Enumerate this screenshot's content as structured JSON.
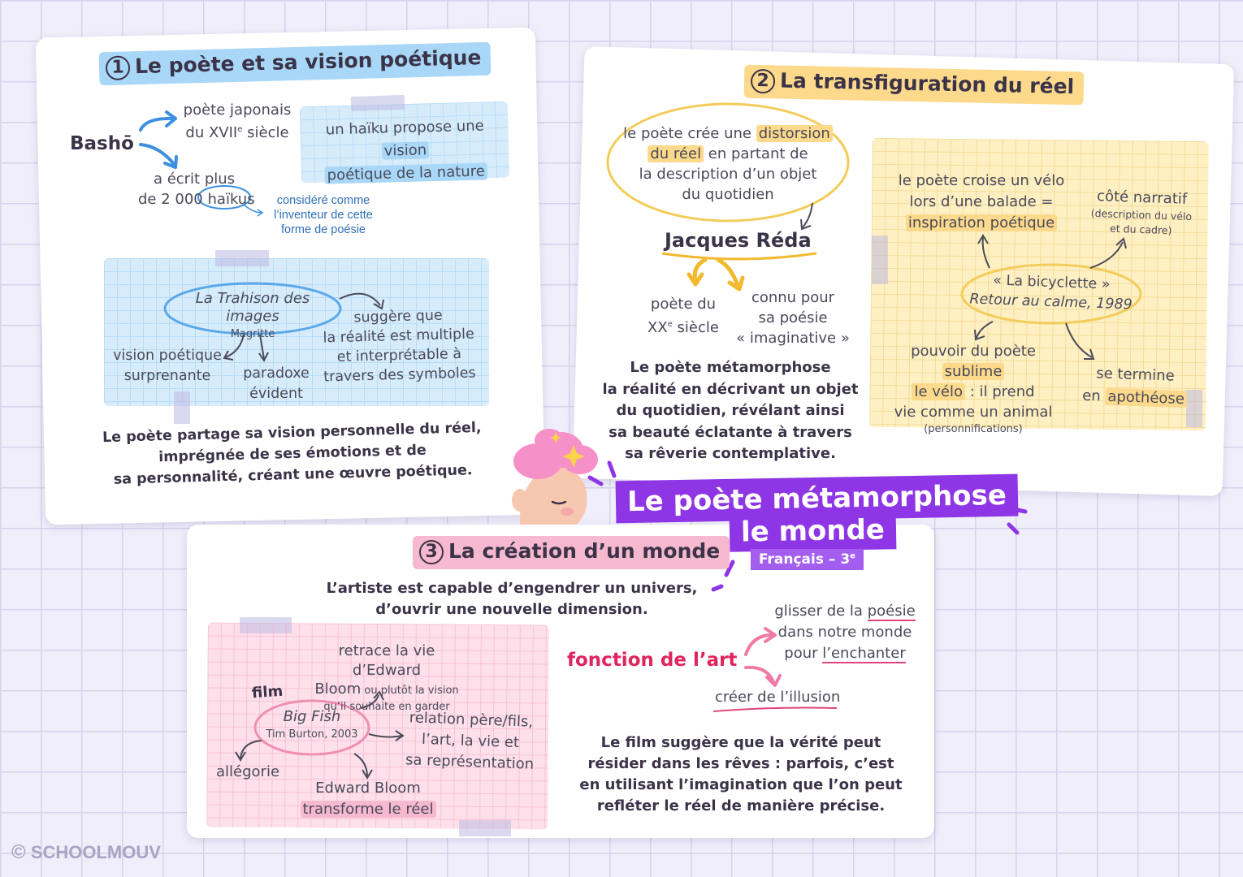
{
  "main_title": {
    "line1": "Le poète métamorphose",
    "line2": "le monde",
    "subtitle": "Français – 3",
    "subtitle_sup": "e"
  },
  "section1": {
    "number": "1",
    "title": "Le poète et sa vision poétique",
    "basho": "Bashō",
    "basho_desc_1": "poète japonais",
    "basho_desc_2a": "du XVII",
    "basho_desc_2sup": "e",
    "basho_desc_2b": " siècle",
    "ecrit_1": "a écrit plus",
    "ecrit_2": "de 2 000",
    "haikus": "haïkus",
    "inventeur_1": "considéré comme",
    "inventeur_2": "l’inventeur de cette",
    "inventeur_3": "forme de poésie",
    "haiku_note_a": "un haïku propose une",
    "haiku_note_b": "vision",
    "haiku_note_c": "poétique de la nature",
    "trahison_title": "La Trahison des images",
    "trahison_author": "Magritte",
    "vision_1": "vision poétique",
    "vision_2": "surprenante",
    "paradoxe_1": "paradoxe",
    "paradoxe_2": "évident",
    "suggere_1": "suggère que",
    "suggere_2": "la réalité est multiple",
    "suggere_3": "et interprétable à",
    "suggere_4": "travers des symboles",
    "summary_1": "Le poète partage sa vision personnelle du réel,",
    "summary_2": "imprégnée de ses émotions et de",
    "summary_3": "sa personnalité, créant une œuvre poétique."
  },
  "section2": {
    "number": "2",
    "title": "La transfiguration du réel",
    "oval_1a": "le poète crée une",
    "oval_1b": "distorsion",
    "oval_2a": "du réel",
    "oval_2b": " en partant de",
    "oval_3": "la description d’un objet",
    "oval_4": "du quotidien",
    "reda": "Jacques Réda",
    "poete_du_1": "poète du",
    "poete_du_2a": "XX",
    "poete_du_2sup": "e",
    "poete_du_2b": " siècle",
    "connu_1": "connu pour",
    "connu_2": "sa poésie",
    "connu_3": "« imaginative »",
    "summary_1": "Le poète métamorphose",
    "summary_2": "la réalité en décrivant un objet",
    "summary_3": "du quotidien, révélant ainsi",
    "summary_4": "sa beauté éclatante à travers",
    "summary_5": "sa rêverie contemplative.",
    "velo_1": "le poète croise un vélo",
    "velo_2": "lors d’une balade =",
    "velo_3": "inspiration poétique",
    "cote_1": "côté narratif",
    "cote_2": "(description du vélo",
    "cote_3": "et du cadre)",
    "bicyclette_1": "« La bicyclette »",
    "bicyclette_2": "Retour au calme, 1989",
    "pouvoir_1a": "pouvoir du poète",
    "pouvoir_1b": "sublime",
    "pouvoir_2a": "le vélo",
    "pouvoir_2b": " : il prend",
    "pouvoir_3": "vie comme un animal",
    "pouvoir_4": "(personnifications)",
    "termine_1": "se termine",
    "termine_2a": "en",
    "termine_2b": "apothéose"
  },
  "section3": {
    "number": "3",
    "title": "La création d’un monde",
    "intro_1": "L’artiste est capable d’engendrer un univers,",
    "intro_2": "d’ouvrir une nouvelle dimension.",
    "film": "film",
    "big_fish": "Big Fish",
    "big_fish_author": "Tim Burton, 2003",
    "retrace_1": "retrace la vie d’Edward",
    "retrace_2a": "Bloom",
    "retrace_2b": " ou plutôt la vision",
    "retrace_3": "qu’il souhaite en garder",
    "relation_1": "relation père/fils,",
    "relation_2": "l’art, la vie et",
    "relation_3": "sa représentation",
    "allegorie": "allégorie",
    "edward_1": "Edward Bloom",
    "edward_2": "transforme le réel",
    "fonction": "fonction de l’art",
    "glisser_1a": "glisser de la ",
    "glisser_1b": "poésie",
    "glisser_2": "dans notre monde",
    "glisser_3a": "pour ",
    "glisser_3b": "l’enchanter",
    "illusion": "créer de l’illusion",
    "summary_1": "Le film suggère que la vérité peut",
    "summary_2": "résider dans les rêves : parfois, c’est",
    "summary_3": "en utilisant l’imagination que l’on peut",
    "summary_4": "refléter le réel de manière précise."
  },
  "brand": {
    "copyright": "©",
    "name": "SCHOOLMOUV"
  },
  "colors": {
    "blue": "#a9d7f7",
    "yellow": "#fcd98b",
    "pink": "#f7b9cf",
    "purple": "#8e35e6",
    "pink_title": "#e0245e"
  }
}
